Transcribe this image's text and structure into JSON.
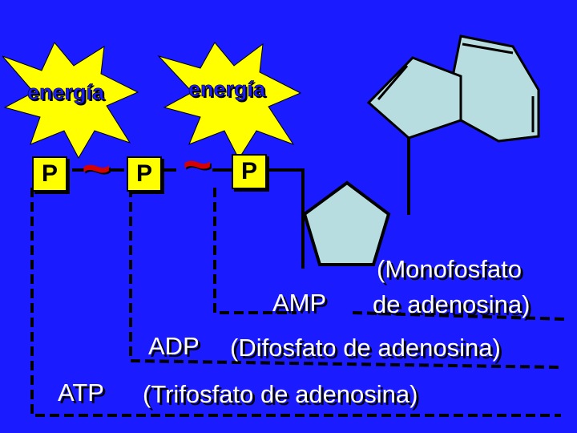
{
  "energy_labels": [
    "energía",
    "energía"
  ],
  "phosphates": [
    "P",
    "P",
    "P"
  ],
  "bond_symbol": "~",
  "molecules": {
    "amp": {
      "abbr": "AMP",
      "name_line1": "(Monofosfato",
      "name_line2": "de adenosina)"
    },
    "adp": {
      "abbr": "ADP",
      "name": "(Difosfato de adenosina)"
    },
    "atp": {
      "abbr": "ATP",
      "name": "(Trifosfato de adenosina)"
    }
  },
  "colors": {
    "background": "#1b1bff",
    "burst": "#ffff00",
    "phosphate": "#ffff00",
    "bond": "#d60000",
    "ring_fill": "#b8dde0",
    "text": "#ffffff"
  }
}
